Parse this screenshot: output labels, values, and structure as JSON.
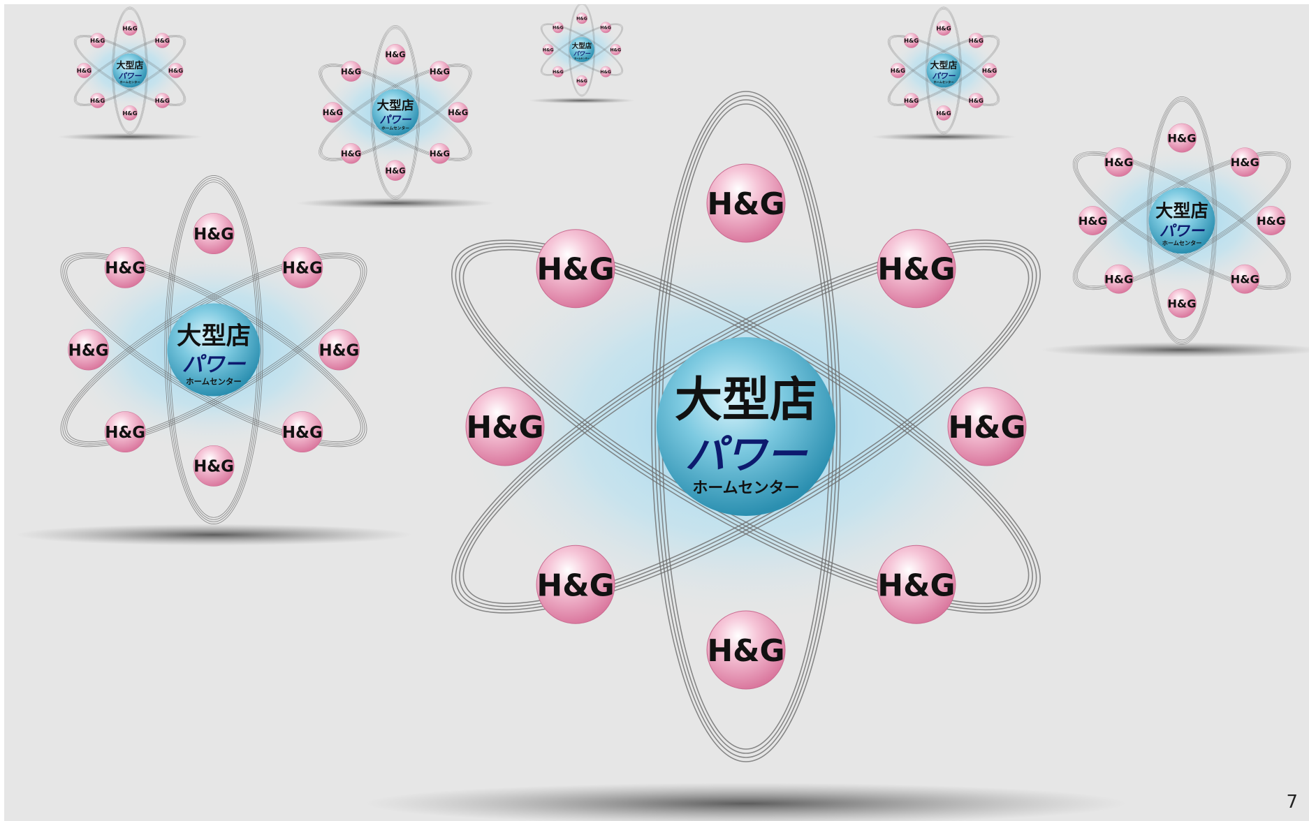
{
  "slide": {
    "page_number": "7"
  },
  "diagram": {
    "nucleus": {
      "title": "大型店",
      "brand": "パワー",
      "subtitle": "ホームセンター"
    },
    "electron_label": "H&G",
    "electrons_per_atom": 8
  },
  "colors": {
    "background": "#e6e6e6",
    "orbit": "#6e6e6e",
    "electron": "#e79ab8",
    "nucleus": "#3fa7c6",
    "brand_text": "#0d1a6e",
    "text": "#111111"
  }
}
